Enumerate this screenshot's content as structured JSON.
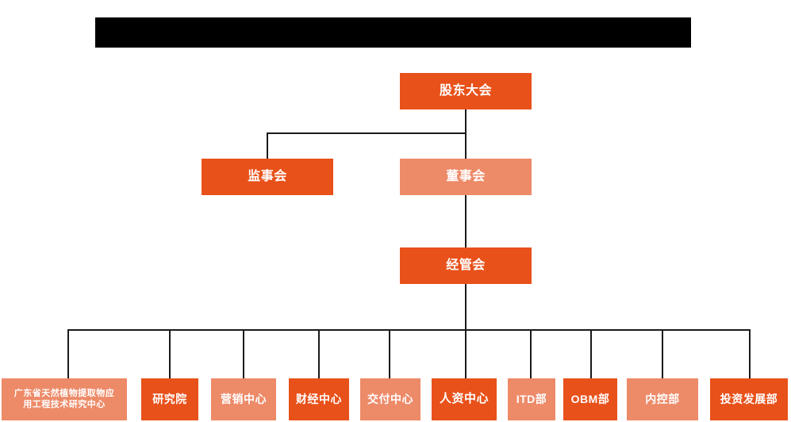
{
  "diagram": {
    "title_bar": {
      "name": "redacted-title-bar",
      "text": ""
    },
    "colors": {
      "dark_orange": "#E8511A",
      "light_salmon": "#ED8A68",
      "connector": "#1A1A1A",
      "background": "#FFFFFF",
      "label_text": "#FFFFFF"
    },
    "levels": [
      {
        "level": 1,
        "nodes": [
          {
            "id": "shareholders-meeting",
            "label": "股东大会",
            "style": "dark"
          }
        ]
      },
      {
        "level": 2,
        "nodes": [
          {
            "id": "supervisory-board",
            "label": "监事会",
            "style": "dark"
          },
          {
            "id": "board-of-directors",
            "label": "董事会",
            "style": "light"
          }
        ]
      },
      {
        "level": 3,
        "nodes": [
          {
            "id": "management-committee",
            "label": "经管会",
            "style": "dark"
          }
        ]
      },
      {
        "level": 4,
        "nodes": [
          {
            "id": "guangdong-research-center",
            "label": "广东省天然植物提取物应\n用工程技术研究中心",
            "style": "light"
          },
          {
            "id": "research-institute",
            "label": "研究院",
            "style": "dark"
          },
          {
            "id": "marketing-center",
            "label": "营销中心",
            "style": "light"
          },
          {
            "id": "finance-center",
            "label": "财经中心",
            "style": "dark"
          },
          {
            "id": "delivery-center",
            "label": "交付中心",
            "style": "light"
          },
          {
            "id": "hr-center",
            "label": "人资中心",
            "style": "dark"
          },
          {
            "id": "itd-department",
            "label": "ITD部",
            "style": "light"
          },
          {
            "id": "obm-department",
            "label": "OBM部",
            "style": "dark"
          },
          {
            "id": "internal-control-department",
            "label": "内控部",
            "style": "light"
          },
          {
            "id": "investment-development-department",
            "label": "投资发展部",
            "style": "dark"
          }
        ]
      }
    ]
  }
}
